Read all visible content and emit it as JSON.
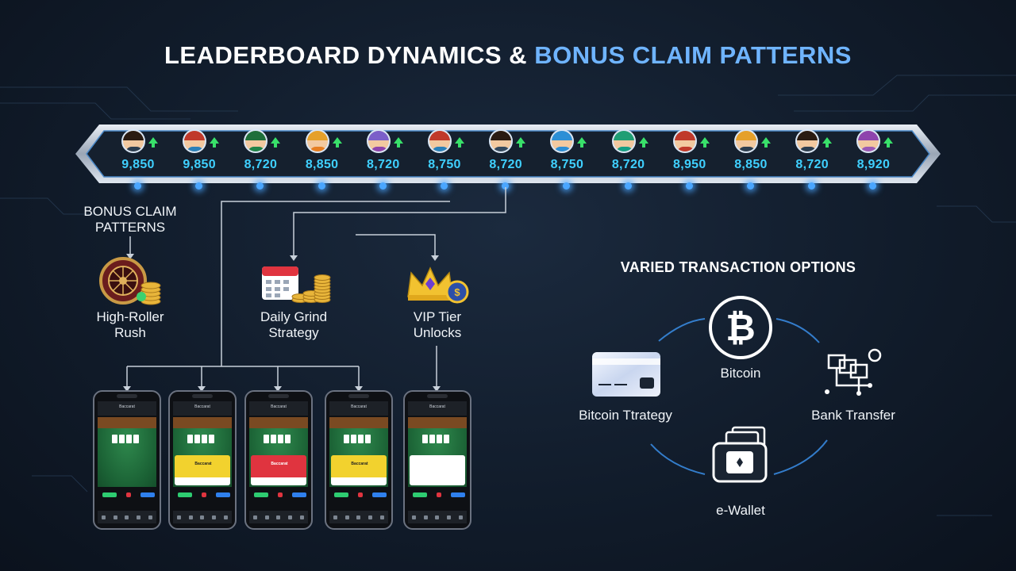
{
  "title": {
    "part1": "LEADERBOARD DYNAMICS & ",
    "part2": "BONUS CLAIM PATTERNS"
  },
  "leaderboard": {
    "scores": [
      "9,850",
      "9,850",
      "8,720",
      "8,850",
      "8,720",
      "8,750",
      "8,720",
      "8,750",
      "8,720",
      "8,950",
      "8,850",
      "8,720",
      "8,920"
    ],
    "avatar_hair": [
      "#2a1b12",
      "#c0392b",
      "#1f6f3a",
      "#e5a02a",
      "#7b5fc9",
      "#c0392b",
      "#2a1b12",
      "#2c8fd6",
      "#1f9e74",
      "#c0392b",
      "#e5a02a",
      "#2a1b12",
      "#8e44ad"
    ],
    "avatar_shirt": [
      "#2c3e50",
      "#2980b9",
      "#1e8449",
      "#e67e22",
      "#8e44ad",
      "#2980b9",
      "#34495e",
      "#2c8fd6",
      "#16a085",
      "#c0392b",
      "#2c3e50",
      "#2c3e50",
      "#9b59b6"
    ],
    "trend_icon": "up-arrow-icon"
  },
  "bonus": {
    "section_label": "BONUS CLAIM PATTERNS",
    "items": [
      {
        "label": "High-Roller Rush",
        "icon": "roulette-coins-icon"
      },
      {
        "label": "Daily Grind Strategy",
        "icon": "calendar-coins-icon"
      },
      {
        "label": "VIP Tier Unlocks",
        "icon": "crown-badge-icon"
      }
    ]
  },
  "phones": {
    "panel_colors": [
      "#1a7a3c",
      "#f2d22e",
      "#e0343f",
      "#f2d22e",
      "#ffffff"
    ],
    "header_label": "Baccarat",
    "panel_texts": [
      "",
      "Baccarat",
      "Baccarat",
      "Baccarat",
      ""
    ]
  },
  "transactions": {
    "heading": "VARIED TRANSACTION OPTIONS",
    "options": [
      {
        "label": "Bitcoin",
        "icon": "bitcoin-icon"
      },
      {
        "label": "Bank Transfer",
        "icon": "bank-transfer-icon"
      },
      {
        "label": "e-Wallet",
        "icon": "e-wallet-icon"
      },
      {
        "label": "Bitcoin Ttrategy",
        "icon": "credit-card-icon"
      }
    ]
  },
  "colors": {
    "accent": "#6fb4ff",
    "score": "#3fd0ff",
    "trend_up": "#39e06a"
  }
}
